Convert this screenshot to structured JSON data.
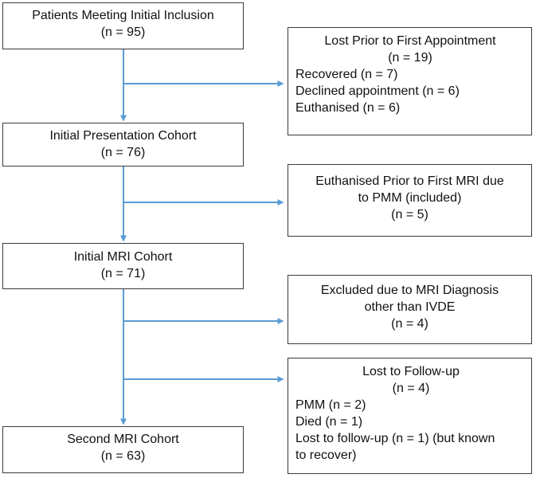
{
  "diagram": {
    "main_boxes": [
      {
        "title": "Patients Meeting Initial Inclusion",
        "count": "(n = 95)"
      },
      {
        "title": "Initial Presentation Cohort",
        "count": "(n = 76)"
      },
      {
        "title": "Initial MRI Cohort",
        "count": "(n = 71)"
      },
      {
        "title": "Second MRI Cohort",
        "count": "(n = 63)"
      }
    ],
    "side_boxes": [
      {
        "lines": [
          "Lost Prior to First Appointment",
          "(n = 19)"
        ],
        "items": [
          "Recovered (n = 7)",
          "Declined appointment (n = 6)",
          "Euthanised (n = 6)"
        ]
      },
      {
        "lines": [
          "Euthanised Prior to First MRI due",
          "to PMM (included)",
          "(n = 5)"
        ]
      },
      {
        "lines": [
          "Excluded due to MRI Diagnosis",
          "other than IVDE",
          "(n =  4)"
        ]
      },
      {
        "lines": [
          "Lost to Follow-up",
          "(n = 4)"
        ],
        "items": [
          "PMM  (n = 2)",
          "Died  (n = 1)",
          "Lost to follow-up (n = 1) (but known",
          "to recover)"
        ]
      }
    ],
    "colors": {
      "arrow": "#5b9bd5",
      "box_border": "#3a3a3a",
      "text": "#111111"
    }
  }
}
